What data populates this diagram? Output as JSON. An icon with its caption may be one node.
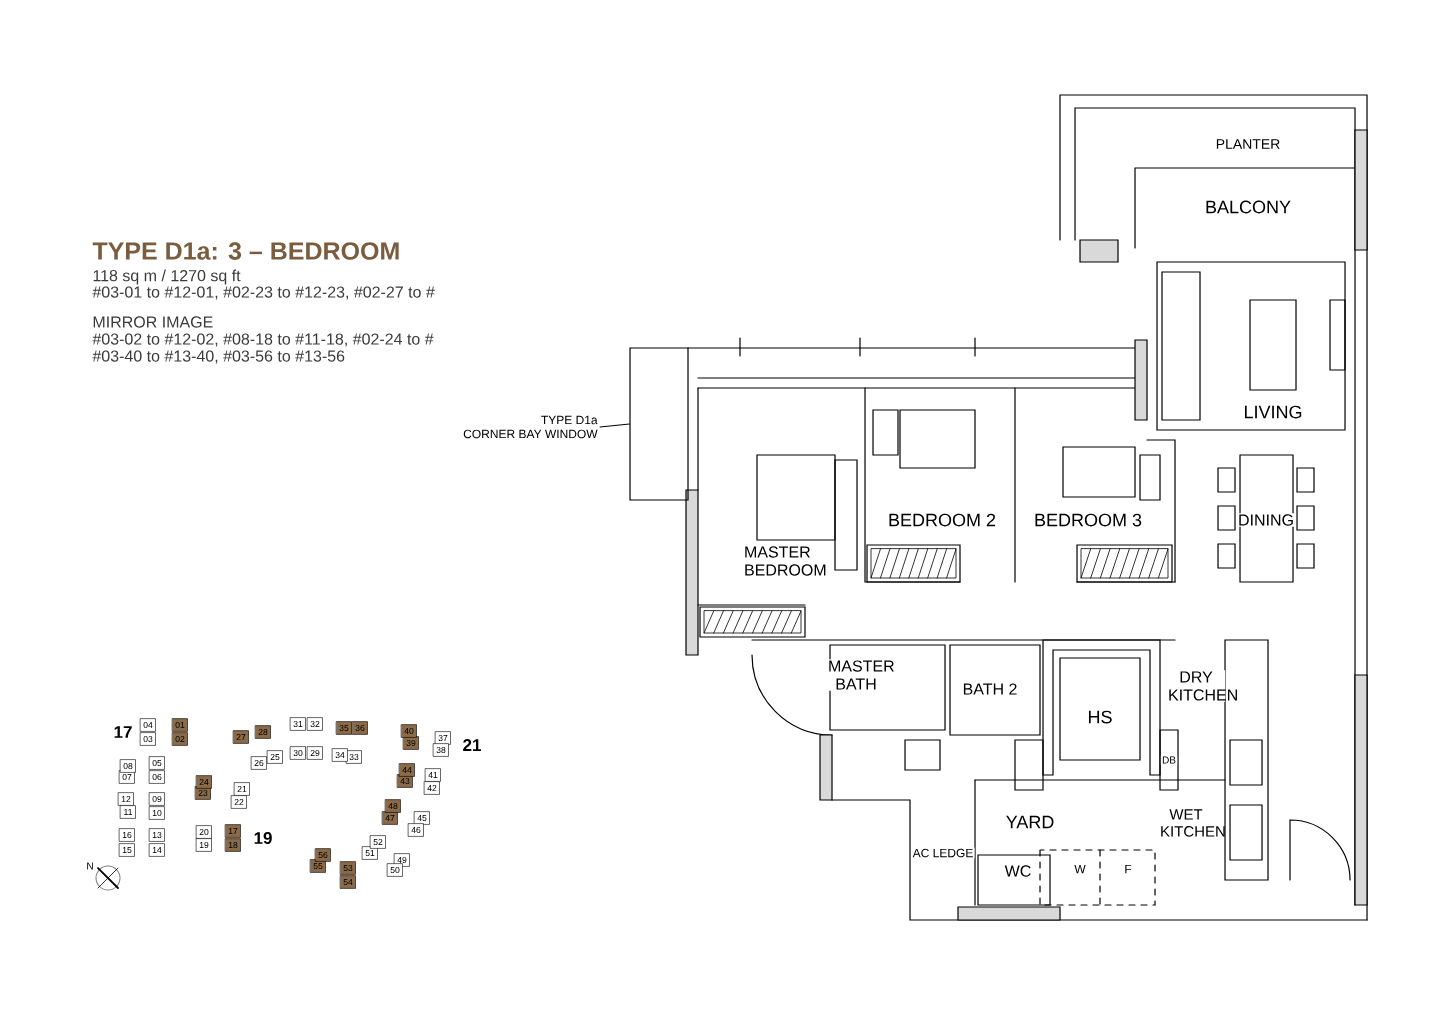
{
  "diagram": {
    "title": "TYPE D1a: 3 – BEDROOM",
    "nodes": [
      {
        "text": [
          "TYPE D1a",
          "CORNER BAY WINDOW"
        ]
      },
      {
        "text": [],
        "shape": "box"
      }
    ],
    "edges": [
      {
        "from": 0,
        "to": 1,
        "arrow": "none"
      }
    ],
    "labels": [
      "118 sq m / 1270 sq ft",
      "#03-01 to #12-01, #02-23 to #12-23, #02-27 to #",
      "MIRROR IMAGE",
      "#03-02 to #12-02, #08-18 to #11-18, #02-24 to #",
      "#03-40 to #13-40, #03-56 to #13-56",
      "PLANTER",
      "BALCONY",
      "LIVING",
      "BEDROOM 2",
      "BEDROOM 3",
      "DINING",
      "MASTER BEDROOM",
      "MASTER BATH",
      "BATH 2",
      "DRY KITCHEN",
      "HS",
      "DB",
      "YARD",
      "WET KITCHEN",
      "AC LEDGE",
      "WC",
      "W",
      "F",
      "17",
      "19",
      "21",
      "01",
      "02",
      "03",
      "04",
      "05",
      "06",
      "07",
      "08",
      "09",
      "10",
      "11",
      "12",
      "13",
      "14",
      "15",
      "16",
      "17",
      "18",
      "19",
      "20",
      "21",
      "22",
      "23",
      "24",
      "25",
      "26",
      "27",
      "28",
      "29",
      "30",
      "31",
      "32",
      "33",
      "34",
      "35",
      "36",
      "37",
      "38",
      "39",
      "40",
      "41",
      "42",
      "43",
      "44",
      "45",
      "46",
      "47",
      "48",
      "49",
      "50",
      "51",
      "52",
      "53",
      "54",
      "55",
      "56",
      "N"
    ]
  }
}
